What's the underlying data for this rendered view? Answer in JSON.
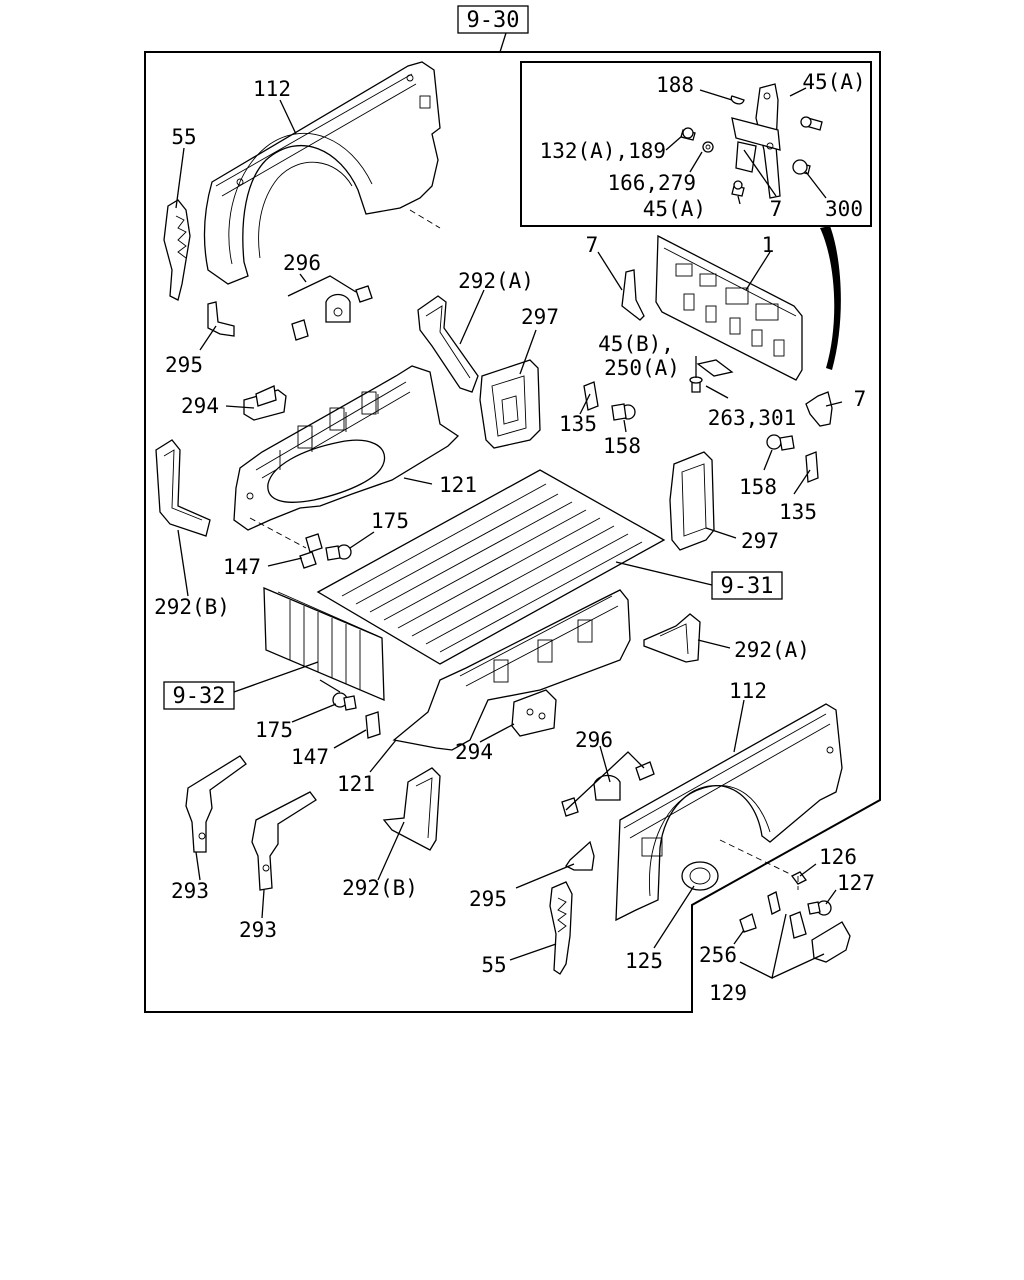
{
  "diagram": {
    "page_ref": "9-30",
    "sub_refs": {
      "floor": "9-31",
      "front_panel": "9-32"
    },
    "labels": {
      "fender_upper_left": "112",
      "strip_upper_left": "55",
      "fender_lower_right": "112",
      "strip_lower_right": "55",
      "inset_188": "188",
      "inset_45A_top": "45(A)",
      "inset_132A_189": "132(A),189",
      "inset_166_279": "166,279",
      "inset_45A_bottom": "45(A)",
      "inset_7": "7",
      "inset_300": "300",
      "hinge_7_left": "7",
      "tailgate_1": "1",
      "hinge_7_right": "7",
      "clip_296_upper": "296",
      "bracket_292A_upper": "292(A)",
      "box_297_upper": "297",
      "bracket_295_upper": "295",
      "bracket_294_upper": "294",
      "bolt_45B": "45(B),",
      "bolt_250A": "250(A)",
      "bolt_263_301": "263,301",
      "bolt_135_upper": "135",
      "bolt_158_upper": "158",
      "bolt_158_right": "158",
      "bolt_135_right": "135",
      "box_297_right": "297",
      "side_121_upper": "121",
      "bolt_175_upper": "175",
      "clip_147_upper": "147",
      "bracket_292B_left": "292(B)",
      "bracket_292A_lower": "292(A)",
      "bolt_175_lower": "175",
      "clip_147_lower": "147",
      "bracket_294_lower": "294",
      "side_121_lower": "121",
      "clip_296_lower": "296",
      "bracket_293_a": "293",
      "bracket_293_b": "293",
      "bracket_292B_lower": "292(B)",
      "bracket_295_lower": "295",
      "cap_126": "126",
      "cap_127": "127",
      "ring_125": "125",
      "clip_256": "256",
      "clip_129": "129"
    }
  }
}
